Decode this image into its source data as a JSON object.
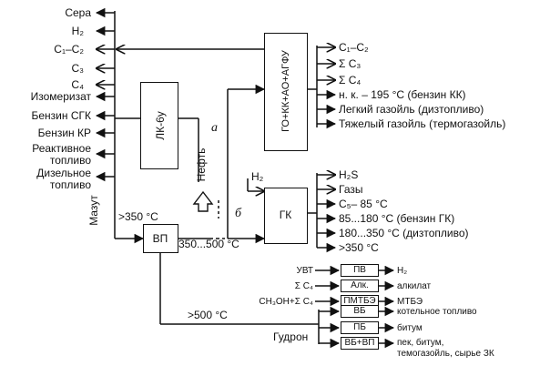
{
  "left_products": [
    "Сера",
    "H₂",
    "С₁–С₂",
    "С₃",
    "С₄",
    "Изомеризат",
    "Бензин СГК",
    "Бензин КР",
    "Реактивное",
    "топливо",
    "Дизельное",
    "топливо"
  ],
  "units": {
    "lk6u": "ЛК-6у",
    "vp": "ВП",
    "gk": "ГК",
    "go_kk": "ГО+КК+АО+АГФУ"
  },
  "labels": {
    "neft": "Нефть",
    "mazut": "Мазут",
    "mazut_temp": ">350 °С",
    "vp_temp": "350...500 °С",
    "gudron_temp": ">500 °С",
    "gudron": "Гудрон",
    "a": "а",
    "b": "б",
    "h2_gk": "H₂"
  },
  "kk_products": [
    "С₁–С₂",
    "Σ С₃",
    "Σ С₄",
    "н. к. – 195 °С (бензин КК)",
    "Легкий газойль (дизтопливо)",
    "Тяжелый газойль (термогазойль)"
  ],
  "gk_products": [
    "H₂S",
    "Газы",
    "С₅– 85 °С",
    "85...180 °С (бензин ГК)",
    "180...350 °С (дизтопливо)",
    ">350 °С"
  ],
  "gudron_rows": [
    {
      "input": "УВТ",
      "unit": "ПВ",
      "output": "H₂"
    },
    {
      "input": "Σ С₄",
      "unit": "Алк.",
      "output": "алкилат"
    },
    {
      "input": "CH₃OH+Σ С₄",
      "unit": "ПМТБЭ",
      "output": "МТБЭ"
    },
    {
      "input": "",
      "unit": "ВБ",
      "output": "котельное топливо"
    },
    {
      "input": "",
      "unit": "ПБ",
      "output": "битум"
    },
    {
      "input": "",
      "unit": "ВБ+ВП",
      "output": "пек, битум,"
    }
  ],
  "gudron_extra": [
    "темогазойль, сырье ЗК"
  ]
}
